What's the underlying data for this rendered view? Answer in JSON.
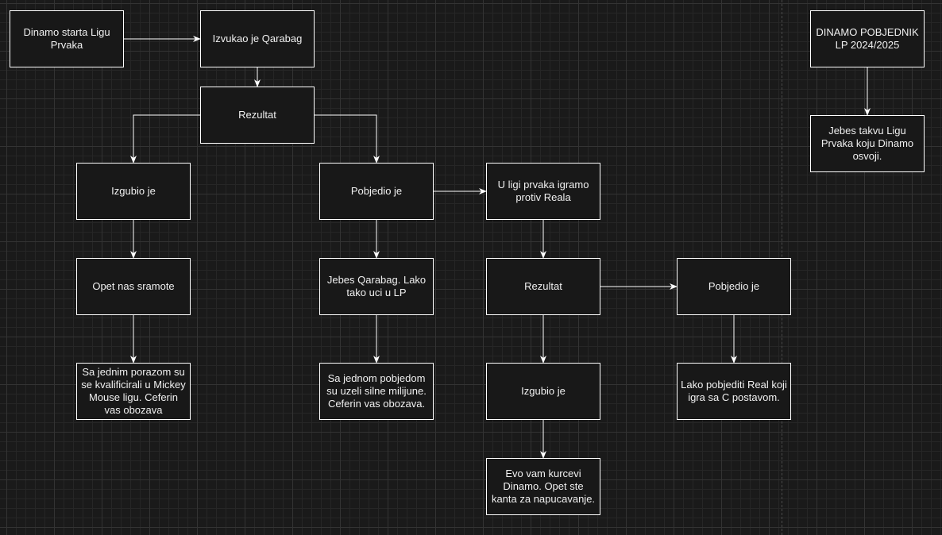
{
  "diagram": {
    "colors": {
      "background": "#1a1a1a",
      "stroke": "#ffffff",
      "text": "#f0f0f0"
    },
    "nodes": [
      {
        "id": "n1",
        "text": "Dinamo starta Ligu Prvaka"
      },
      {
        "id": "n2",
        "text": "Izvukao je Qarabag"
      },
      {
        "id": "n3",
        "text": "Rezultat"
      },
      {
        "id": "n4",
        "text": "Izgubio je"
      },
      {
        "id": "n5",
        "text": "Pobjedio je"
      },
      {
        "id": "n6",
        "text": "U ligi prvaka igramo protiv Reala"
      },
      {
        "id": "n7",
        "text": "Opet nas sramote"
      },
      {
        "id": "n8",
        "text": "Jebes Qarabag. Lako tako uci u LP"
      },
      {
        "id": "n9",
        "text": "Rezultat"
      },
      {
        "id": "n10",
        "text": "Pobjedio je"
      },
      {
        "id": "n11",
        "text": "Sa jednim porazom su se kvalificirali u Mickey Mouse ligu. Ceferin vas obozava"
      },
      {
        "id": "n12",
        "text": "Sa jednom pobjedom su uzeli silne milijune. Ceferin vas obozava."
      },
      {
        "id": "n13",
        "text": "Izgubio je"
      },
      {
        "id": "n14",
        "text": "Lako pobjediti Real koji igra sa C postavom."
      },
      {
        "id": "n15",
        "text": "Evo vam kurcevi Dinamo. Opet ste kanta za napucavanje."
      },
      {
        "id": "n16",
        "text": "DINAMO POBJEDNIK LP 2024/2025"
      },
      {
        "id": "n17",
        "text": "Jebes takvu Ligu Prvaka koju Dinamo osvoji."
      }
    ],
    "edges": [
      {
        "from": "n1",
        "to": "n2"
      },
      {
        "from": "n2",
        "to": "n3"
      },
      {
        "from": "n3",
        "to": "n4"
      },
      {
        "from": "n3",
        "to": "n5"
      },
      {
        "from": "n5",
        "to": "n6"
      },
      {
        "from": "n4",
        "to": "n7"
      },
      {
        "from": "n5",
        "to": "n8"
      },
      {
        "from": "n6",
        "to": "n9"
      },
      {
        "from": "n9",
        "to": "n10"
      },
      {
        "from": "n7",
        "to": "n11"
      },
      {
        "from": "n8",
        "to": "n12"
      },
      {
        "from": "n9",
        "to": "n13"
      },
      {
        "from": "n10",
        "to": "n14"
      },
      {
        "from": "n13",
        "to": "n15"
      },
      {
        "from": "n16",
        "to": "n17"
      }
    ]
  }
}
